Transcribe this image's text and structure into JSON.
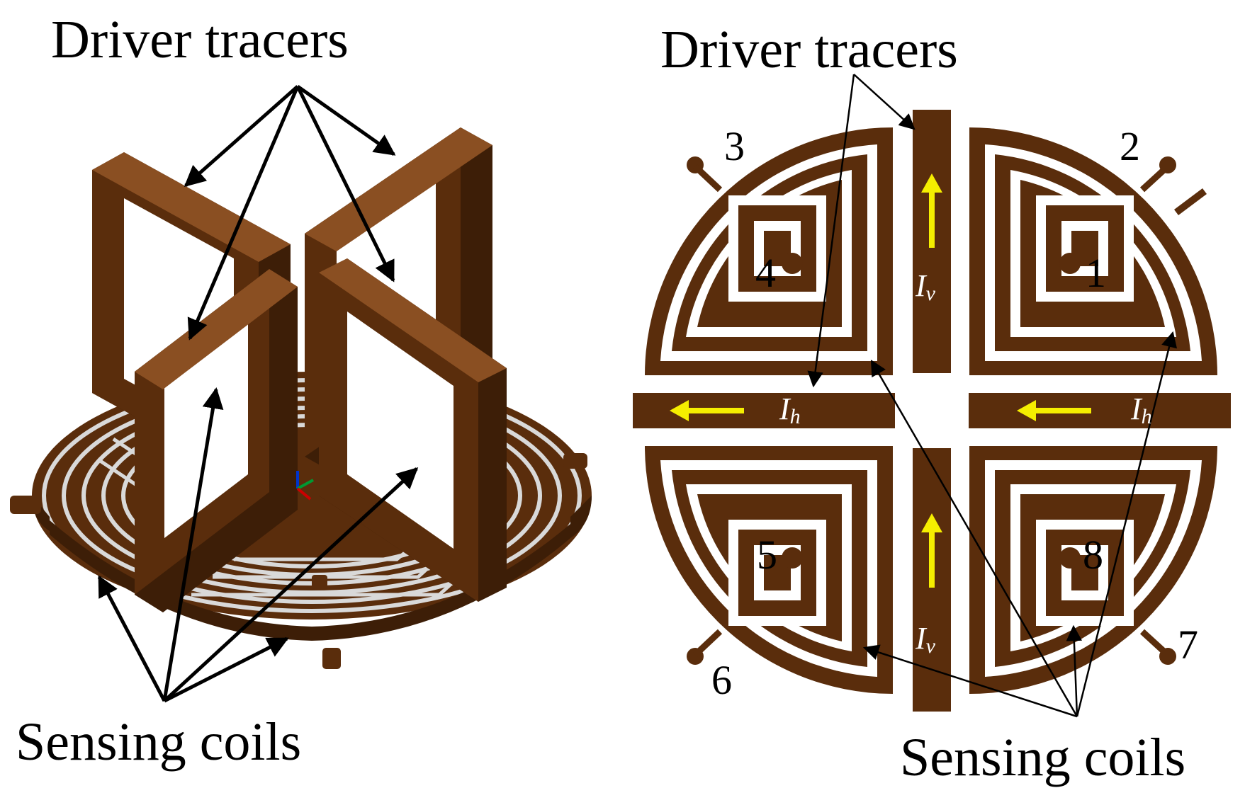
{
  "left_panel": {
    "top_label": "Driver tracers",
    "bottom_label": "Sensing coils"
  },
  "right_panel": {
    "top_label": "Driver tracers",
    "bottom_label": "Sensing coils",
    "coil_numbers": [
      "1",
      "2",
      "3",
      "4",
      "5",
      "6",
      "7",
      "8"
    ],
    "current_vertical": {
      "symbol": "I",
      "subscript": "v"
    },
    "current_horizontal": {
      "symbol": "I",
      "subscript": "h"
    }
  },
  "colors": {
    "copper": "#5a2d0c",
    "copper_light": "#8a4f22",
    "copper_dark": "#3d1e07",
    "arrow": "#f5ee00",
    "background": "#ffffff"
  }
}
